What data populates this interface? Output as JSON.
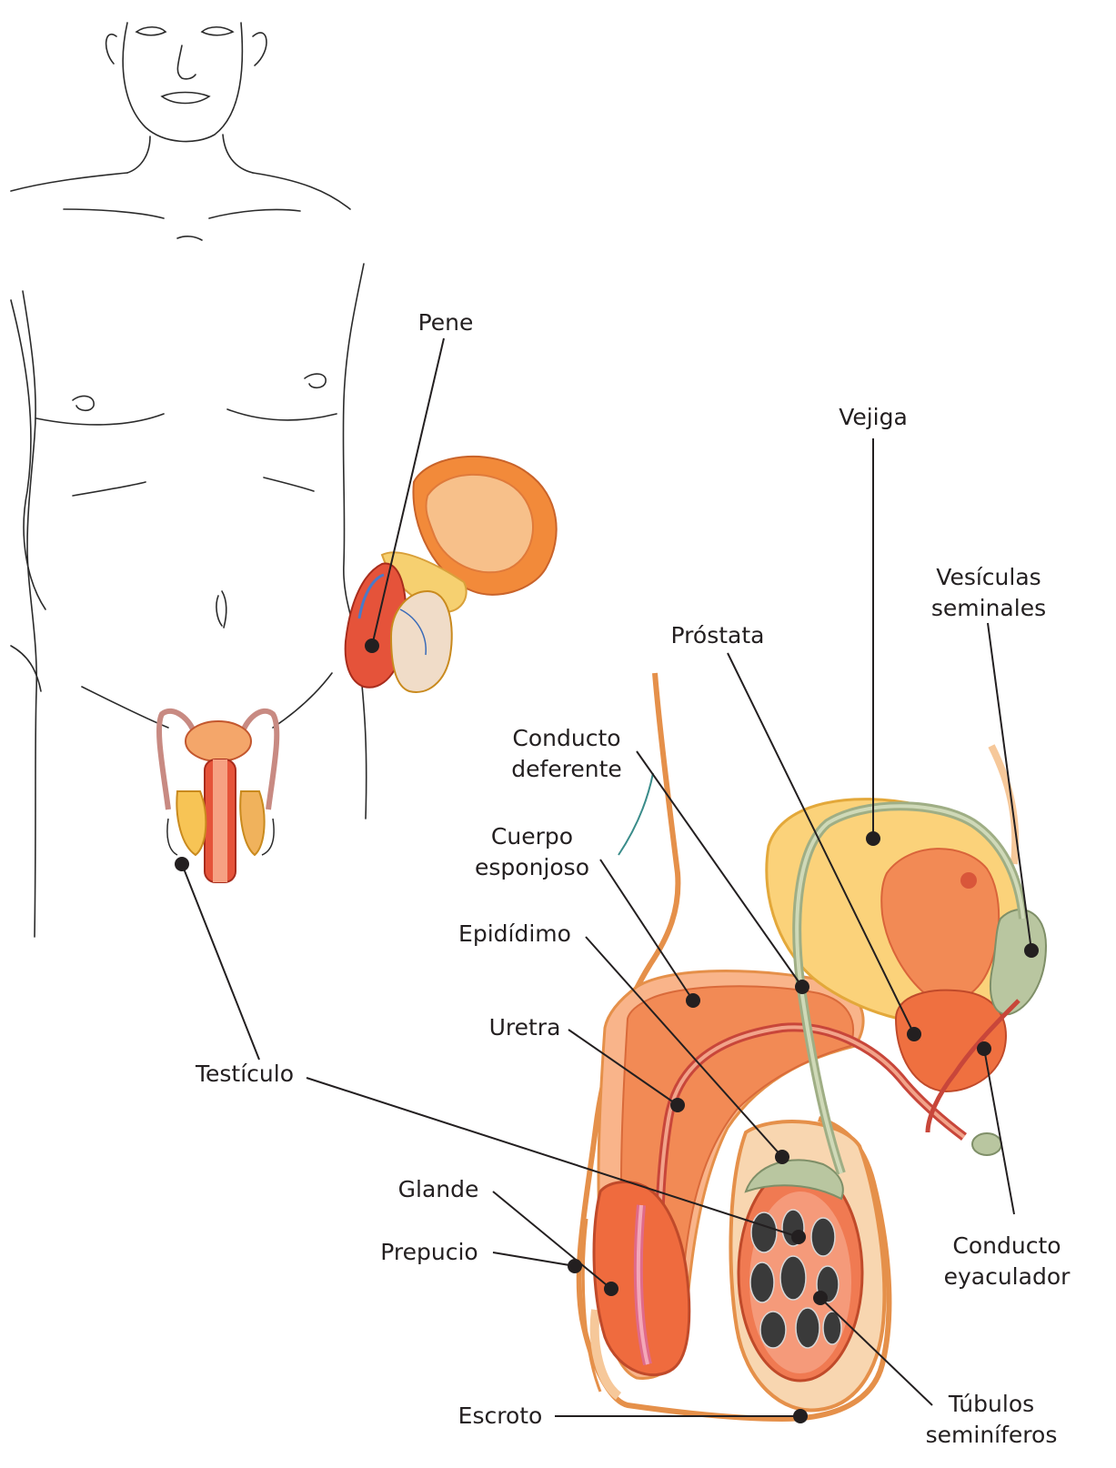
{
  "labels": {
    "pene": "Pene",
    "vejiga": "Vejiga",
    "vesiculas_1": "Vesículas",
    "vesiculas_2": "seminales",
    "prostata": "Próstata",
    "conducto_deferente_1": "Conducto",
    "conducto_deferente_2": "deferente",
    "cuerpo_esponjoso_1": "Cuerpo",
    "cuerpo_esponjoso_2": "esponjoso",
    "epididimo": "Epidídimo",
    "uretra": "Uretra",
    "testiculo": "Testículo",
    "glande": "Glande",
    "prepucio": "Prepucio",
    "escroto": "Escroto",
    "conducto_eyaculador_1": "Conducto",
    "conducto_eyaculador_2": "eyaculador",
    "tubulos_1": "Túbulos",
    "tubulos_2": "seminíferos"
  },
  "colors": {
    "text": "#231f20",
    "leader": "#231f20",
    "body_outline": "#2b2b2b",
    "skin": "#f6c89a",
    "skin_outline": "#d9894a",
    "erectile": "#ef8a56",
    "urethra": "#c8463a",
    "bladder": "#fbd27a",
    "bladder_inner": "#f28a55",
    "vas": "#b9c6a0",
    "testis": "#f07a52",
    "tubule": "#3a3a3a"
  }
}
